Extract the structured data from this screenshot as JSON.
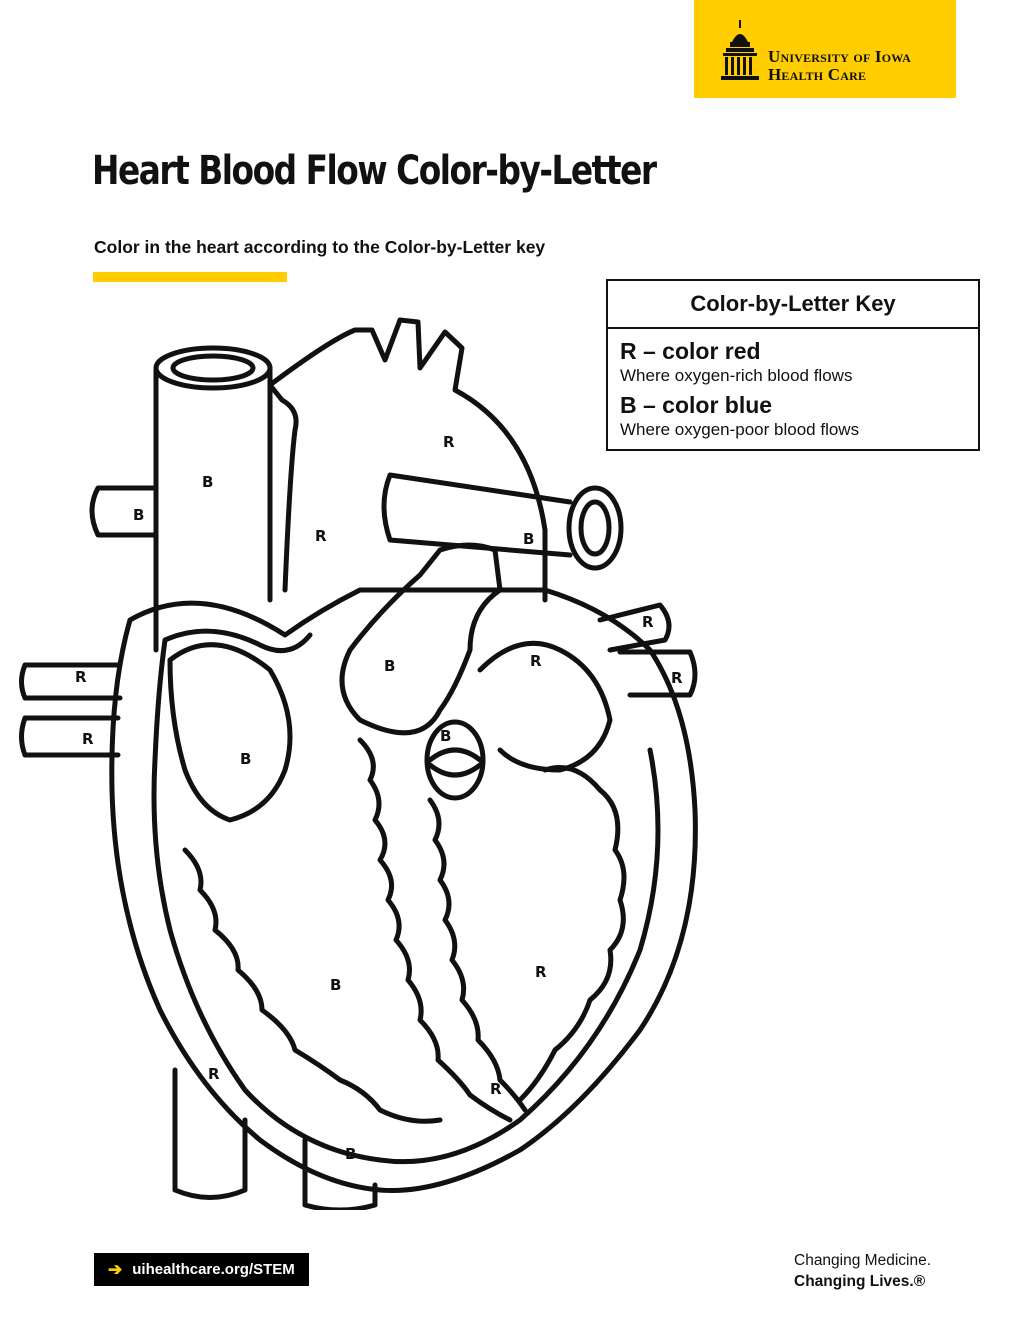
{
  "brand": {
    "line1": "University of Iowa",
    "line2": "Health Care",
    "color": "#ffcd00",
    "icon": "capitol-dome-icon"
  },
  "title": "Heart Blood Flow Color-by-Letter",
  "subtitle": "Color in the heart according to the Color-by-Letter key",
  "key": {
    "header": "Color-by-Letter Key",
    "items": [
      {
        "letter": "R – color red",
        "desc": "Where oxygen-rich blood flows"
      },
      {
        "letter": "B – color blue",
        "desc": "Where oxygen-poor blood flows"
      }
    ]
  },
  "diagram": {
    "icon": "heart-diagram-icon",
    "region_letters": [
      "B",
      "B",
      "R",
      "R",
      "B",
      "R",
      "R",
      "R",
      "B",
      "B",
      "R",
      "R",
      "B",
      "B",
      "R",
      "R",
      "B",
      "R"
    ]
  },
  "footer": {
    "link": "uihealthcare.org/STEM",
    "arrow_icon": "arrow-right-icon",
    "tagline_1": "Changing Medicine.",
    "tagline_2": "Changing Lives.®"
  }
}
